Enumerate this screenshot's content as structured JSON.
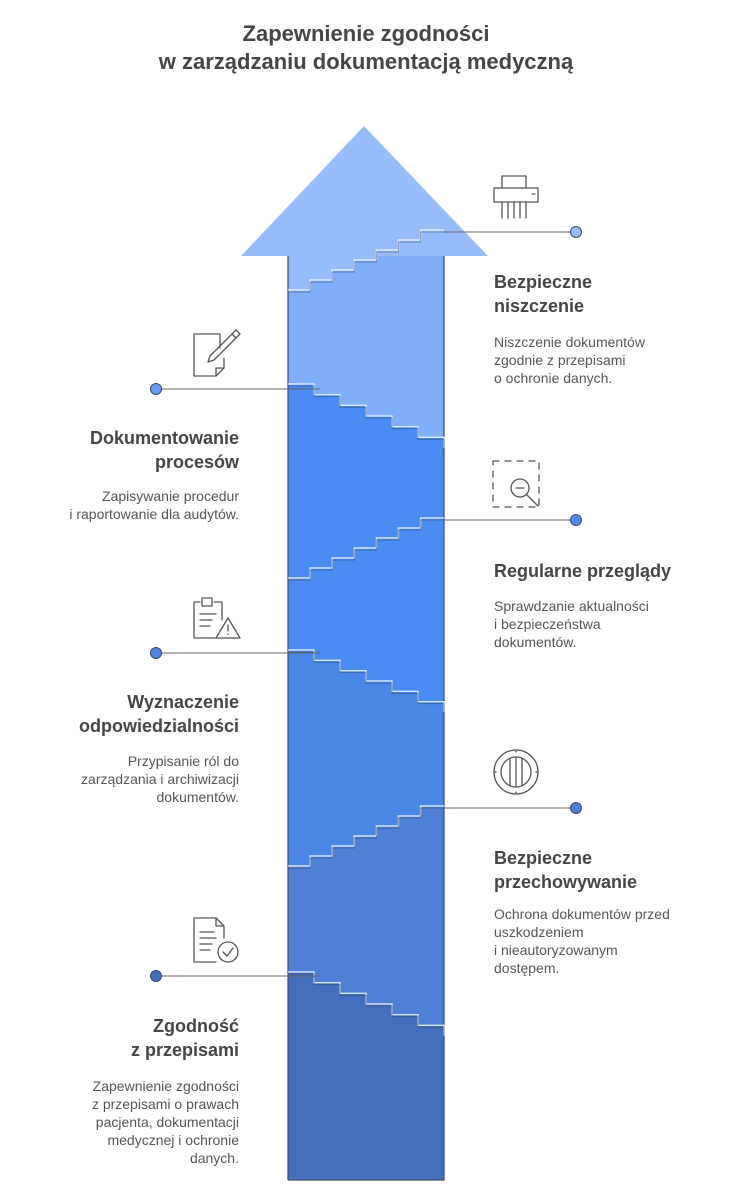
{
  "title": {
    "line1": "Zapewnienie zgodności",
    "line2": "w zarządzaniu dokumentacją medyczną"
  },
  "steps": [
    {
      "title_lines": [
        "Bezpieczne",
        "niszczenie"
      ],
      "desc_lines": [
        "Niszczenie dokumentów",
        "zgodnie z przepisami",
        "o ochronie danych."
      ],
      "icon": "paper-shredder-icon",
      "color": "#97bcfc"
    },
    {
      "title_lines": [
        "Dokumentowanie",
        "procesów"
      ],
      "desc_lines": [
        "Zapisywanie procedur",
        "i raportowanie dla audytów."
      ],
      "icon": "document-pen-icon",
      "color": "#659dfb"
    },
    {
      "title_lines": [
        "Regularne przeglądy"
      ],
      "desc_lines": [
        "Sprawdzanie aktualności",
        "i bezpieczeństwa",
        "dokumentów."
      ],
      "icon": "magnifier-zoom-out-icon",
      "color": "#4b8bf4"
    },
    {
      "title_lines": [
        "Wyznaczenie",
        "odpowiedzialności"
      ],
      "desc_lines": [
        "Przypisanie ról do",
        "zarządzania i archiwizacji",
        "dokumentów."
      ],
      "icon": "clipboard-warning-icon",
      "color": "#4a87e6"
    },
    {
      "title_lines": [
        "Bezpieczne",
        "przechowywanie"
      ],
      "desc_lines": [
        "Ochrona dokumentów przed",
        "uszkodzeniem",
        "i nieautoryzowanym",
        "dostępem."
      ],
      "icon": "secure-vault-icon",
      "color": "#4f80d6"
    },
    {
      "title_lines": [
        "Zgodność",
        "z przepisami"
      ],
      "desc_lines": [
        "Zapewnienie zgodności",
        "z przepisami o prawach",
        "pacjenta, dokumentacji",
        "medycznej i ochronie",
        "danych."
      ],
      "icon": "document-check-icon",
      "color": "#436fbc"
    }
  ]
}
